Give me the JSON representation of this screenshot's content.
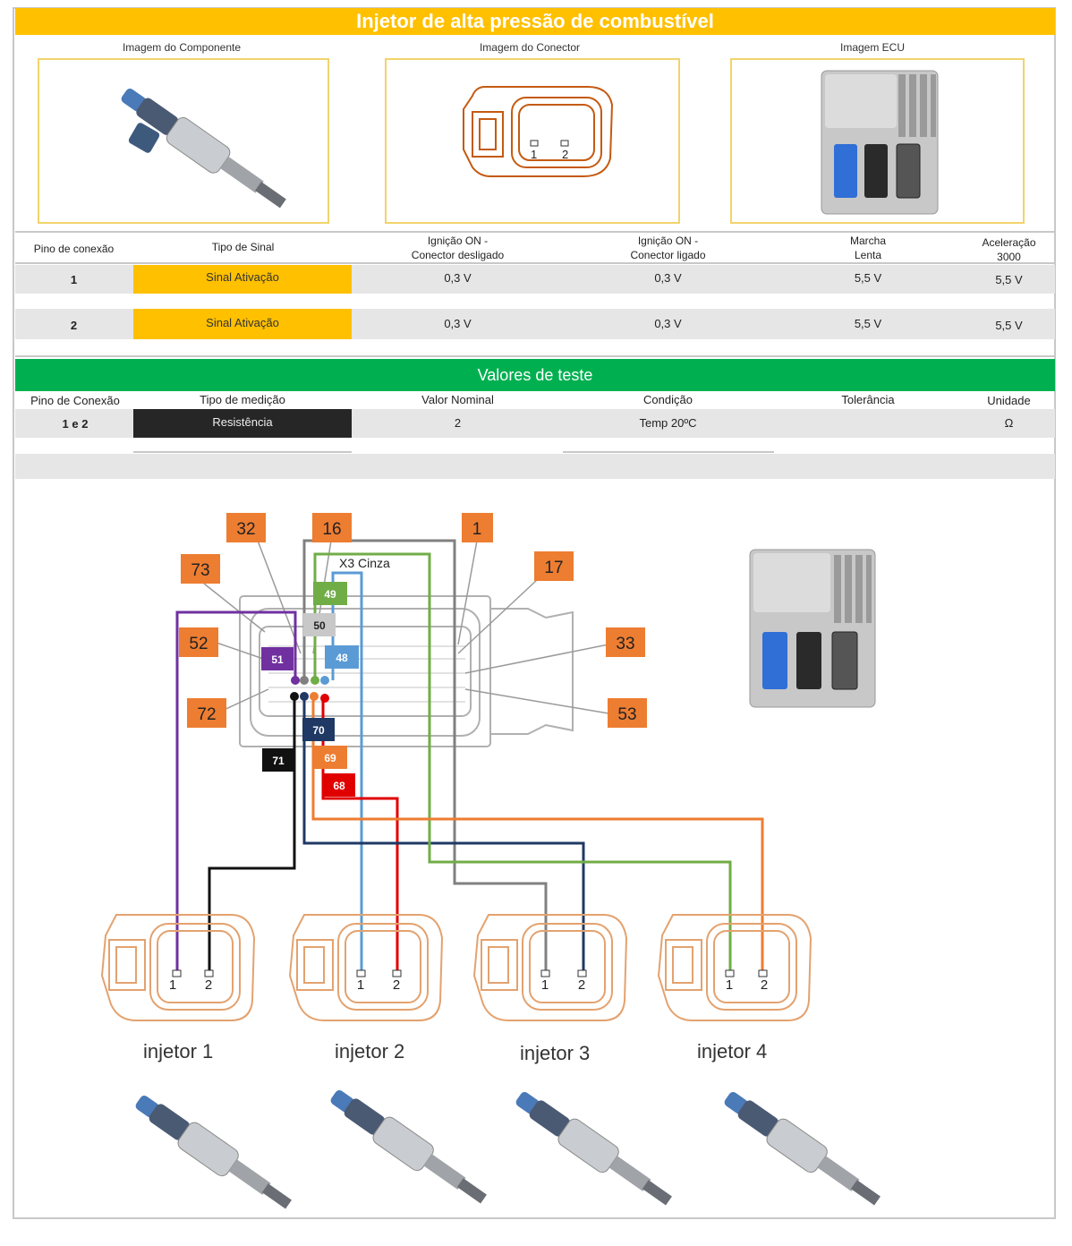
{
  "title": "Injetor de alta pressão de combustível",
  "images": {
    "component_label": "Imagem do Componente",
    "connector_label": "Imagem do Conector",
    "ecu_label": "Imagem ECU"
  },
  "connector_pins": [
    "1",
    "2"
  ],
  "signal_table": {
    "headers": {
      "pin": "Pino de conexão",
      "signal": "Tipo de Sinal",
      "ign_off_l1": "Ignição ON -",
      "ign_off_l2": "Conector desligado",
      "ign_on_l1": "Ignição ON -",
      "ign_on_l2": "Conector ligado",
      "idle_l1": "Marcha",
      "idle_l2": "Lenta",
      "accel_l1": "Aceleração",
      "accel_l2": "3000"
    },
    "rows": [
      {
        "pin": "1",
        "signal": "Sinal Ativação",
        "ign_off": "0,3 V",
        "ign_on": "0,3 V",
        "idle": "5,5 V",
        "accel": "5,5 V"
      },
      {
        "pin": "2",
        "signal": "Sinal Ativação",
        "ign_off": "0,3 V",
        "ign_on": "0,3 V",
        "idle": "5,5 V",
        "accel": "5,5 V"
      }
    ]
  },
  "test_values": {
    "title": "Valores de teste",
    "headers": {
      "pin": "Pino de Conexão",
      "measure": "Tipo de medição",
      "nominal": "Valor Nominal",
      "condition": "Condição",
      "tolerance": "Tolerância",
      "unit": "Unidade"
    },
    "row": {
      "pin": "1 e 2",
      "measure": "Resistência",
      "nominal": "2",
      "condition": "Temp 20ºC",
      "tolerance": "",
      "unit": "Ω"
    }
  },
  "wiring": {
    "connector_name": "X3 Cinza",
    "ref_pins": [
      "32",
      "16",
      "1",
      "73",
      "17",
      "52",
      "33",
      "72",
      "53"
    ],
    "wire_pins": [
      "49",
      "50",
      "51",
      "48",
      "70",
      "71",
      "69",
      "68"
    ],
    "injectors": [
      "injetor 1",
      "injetor 2",
      "injetor 3",
      "injetor 4"
    ],
    "colors": {
      "purple": "#7030a0",
      "black": "#111111",
      "blue": "#5b9bd5",
      "red": "#e00000",
      "gray": "#808080",
      "navy": "#1f3864",
      "green": "#70ad47",
      "orange": "#ed7d31"
    }
  }
}
